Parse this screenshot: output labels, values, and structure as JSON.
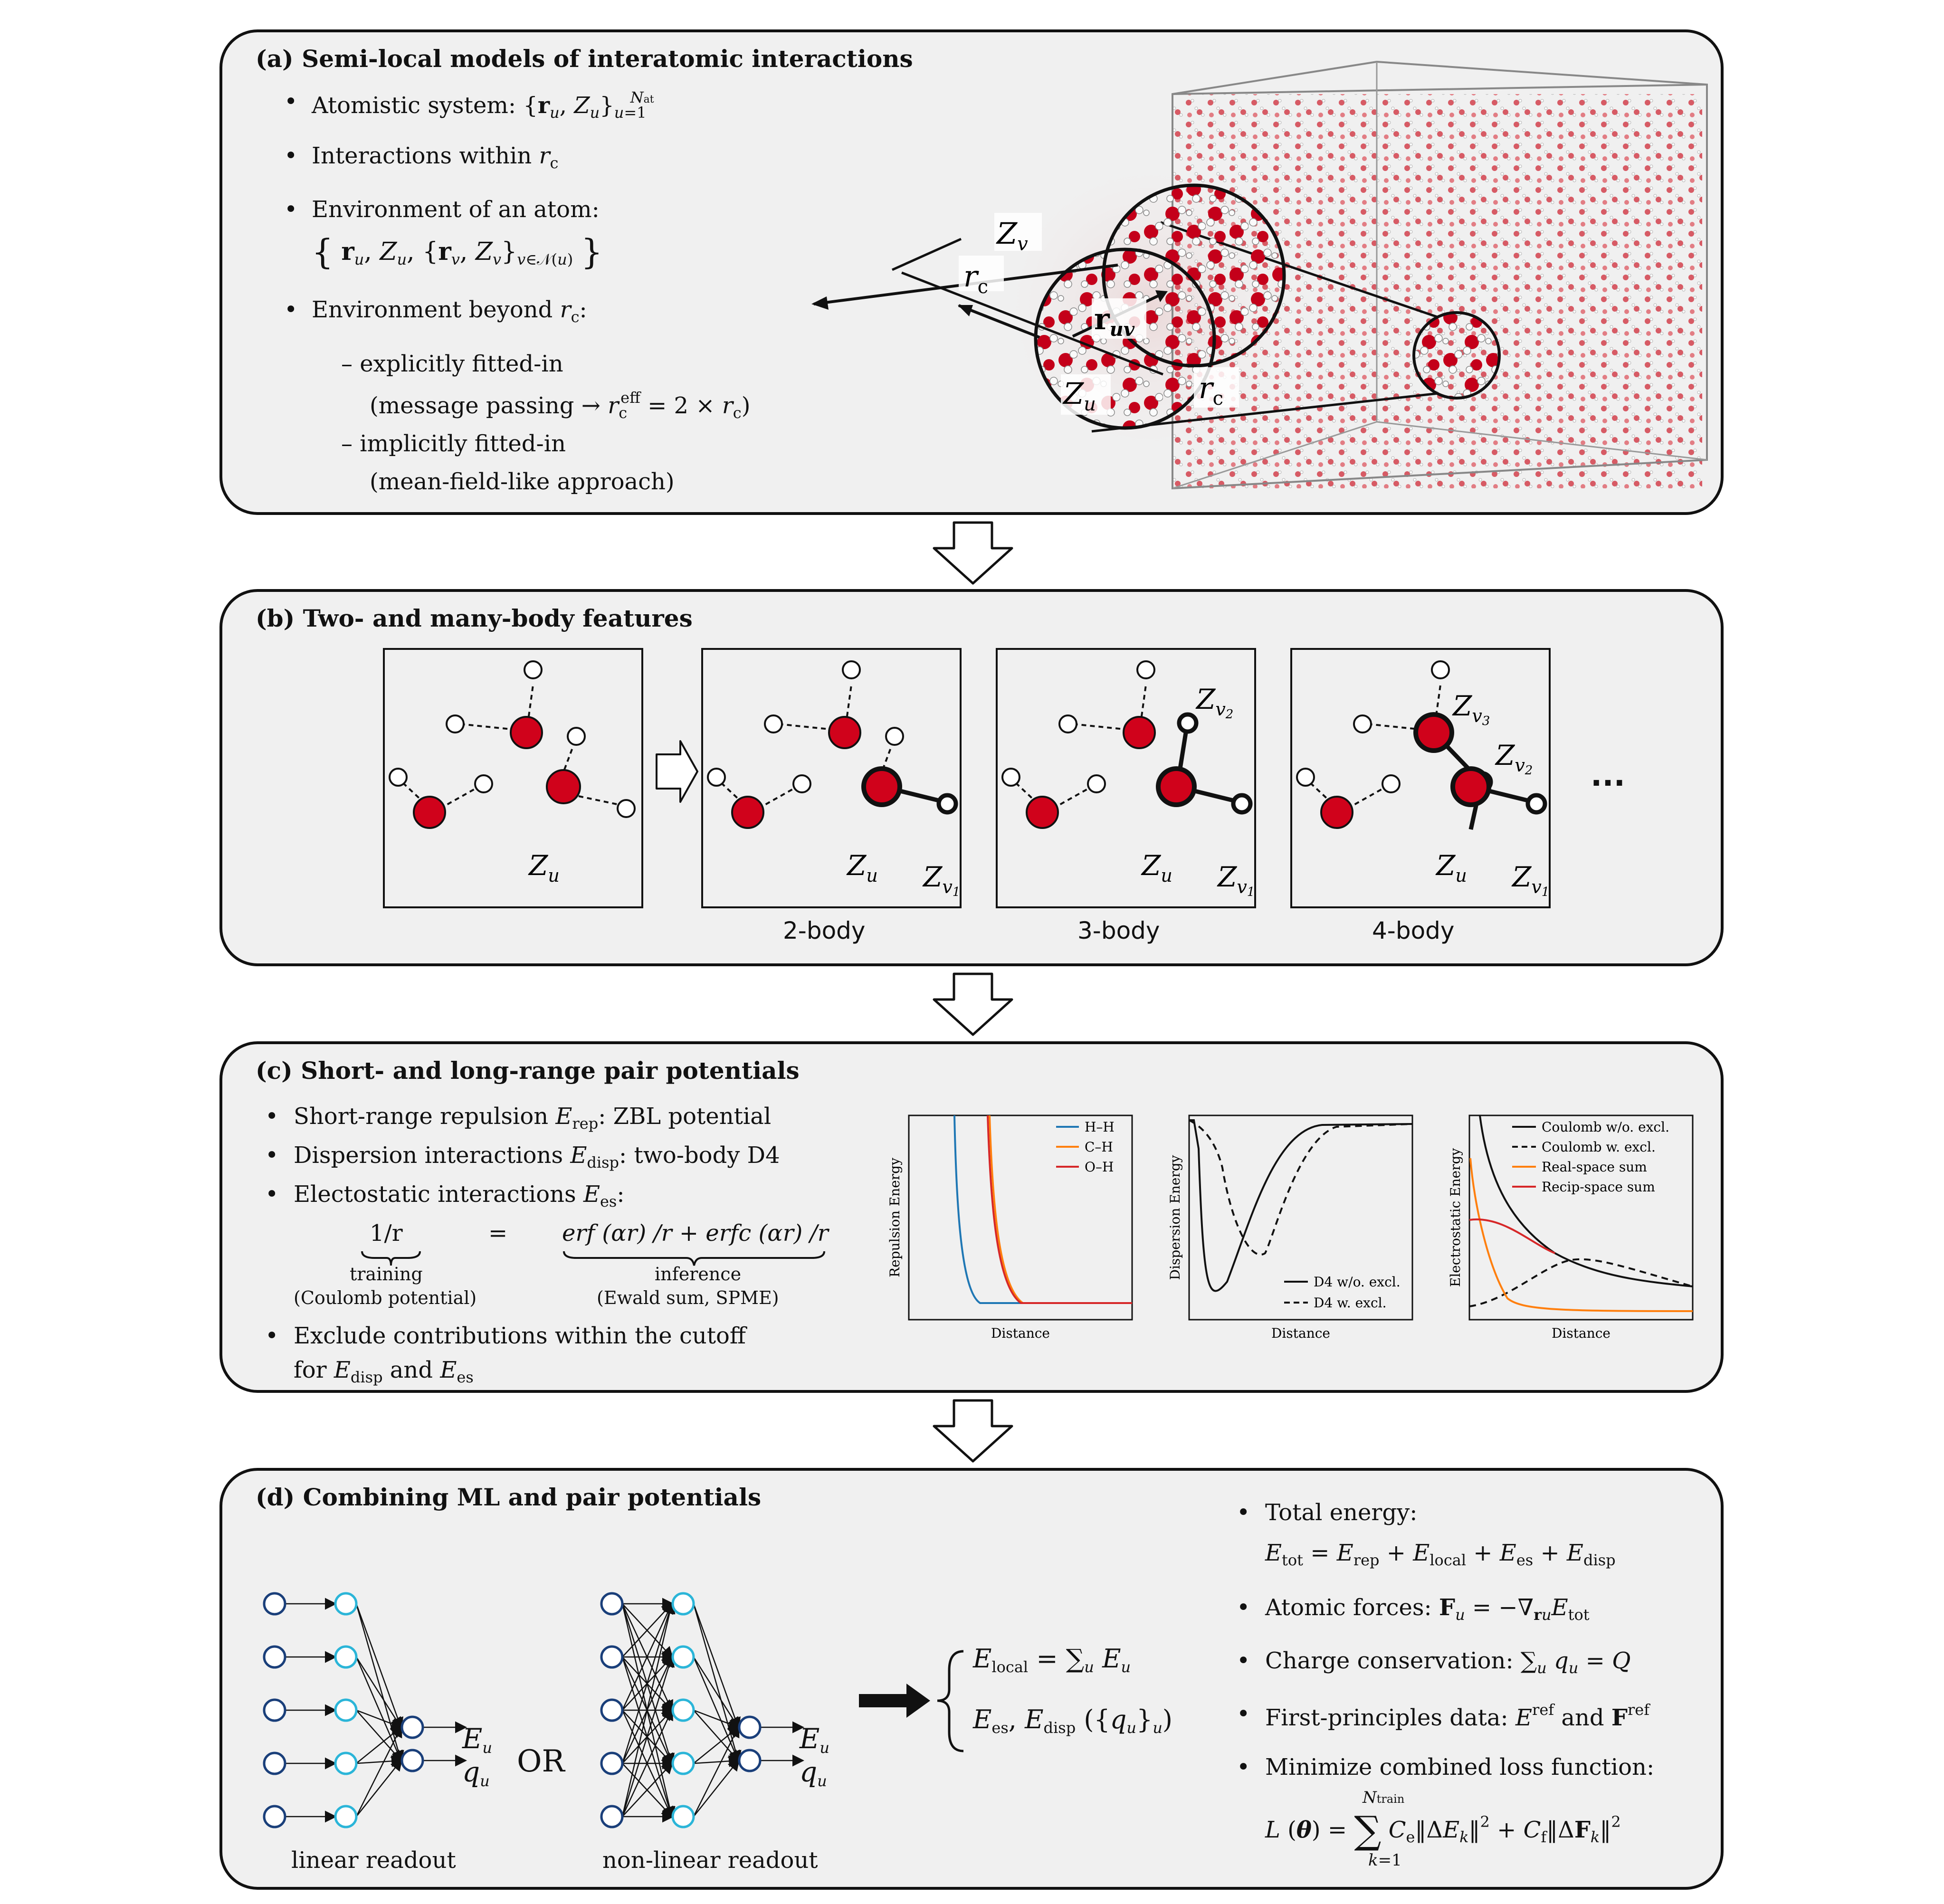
{
  "panel_a": {
    "title": "(a) Semi-local models of interatomic interactions",
    "bullets": [
      "Atomistic system: {r_u, Z_u}_{u=1}^{N_at}",
      "Interactions within r_c",
      "Environment of an atom:",
      "Environment beyond r_c:"
    ],
    "env_formula": "{ r_u, Z_u, {r_v, Z_v}_{v∈N(u)} }",
    "sub_items": [
      "– explicitly fitted-in",
      "(message passing → r_c^eff = 2 × r_c)",
      "– implicitly fitted-in",
      "(mean-field-like approach)"
    ],
    "zoom_labels": {
      "zv": "Z_v",
      "zu": "Z_u",
      "rc1": "r_c",
      "rc2": "r_c",
      "ruv": "r_uv"
    }
  },
  "panel_b": {
    "title": "(b) Two- and many-body features",
    "box_labels": [
      "2-body",
      "3-body",
      "4-body"
    ],
    "ellipsis": "...",
    "atom_labels": {
      "zu": "Z_u",
      "zv1": "Z_v1",
      "zv2": "Z_v2",
      "zv3": "Z_v3"
    }
  },
  "panel_c": {
    "title": "(c) Short- and long-range pair potentials",
    "bullets": [
      "Short-range repulsion E_rep: ZBL potential",
      "Dispersion interactions E_disp: two-body D4",
      "Electostatic interactions E_es:",
      "Exclude contributions within the cutoff",
      "for E_disp and E_es"
    ],
    "eq_left": "1/r",
    "eq_equals": "=",
    "eq_right": "erf (αr) /r + erfc (αr) /r",
    "training": "training",
    "coulomb": "(Coulomb potential)",
    "inference": "inference",
    "ewald": "(Ewald sum, SPME)"
  },
  "chart_data": [
    {
      "type": "line",
      "xlabel": "Distance",
      "ylabel": "Repulsion Energy",
      "legend_position": "top-right",
      "series": [
        {
          "name": "H–H",
          "color": "#1f77b4"
        },
        {
          "name": "C–H",
          "color": "#ff7f0e"
        },
        {
          "name": "O–H",
          "color": "#d62728"
        }
      ]
    },
    {
      "type": "line",
      "xlabel": "Distance",
      "ylabel": "Dispersion Energy",
      "legend_position": "bottom-right",
      "series": [
        {
          "name": "D4 w/o. excl.",
          "color": "#000000",
          "style": "solid"
        },
        {
          "name": "D4 w. excl.",
          "color": "#000000",
          "style": "dashed"
        }
      ]
    },
    {
      "type": "line",
      "xlabel": "Distance",
      "ylabel": "Electrostatic Energy",
      "legend_position": "top-right",
      "series": [
        {
          "name": "Coulomb w/o. excl.",
          "color": "#000000",
          "style": "solid"
        },
        {
          "name": "Coulomb w. excl.",
          "color": "#000000",
          "style": "dashed"
        },
        {
          "name": "Real-space sum",
          "color": "#ff7f0e",
          "style": "solid"
        },
        {
          "name": "Recip-space sum",
          "color": "#d62728",
          "style": "solid"
        }
      ]
    }
  ],
  "panel_d": {
    "title": "(d) Combining ML and pair potentials",
    "or": "OR",
    "linear": "linear readout",
    "nonlinear": "non-linear readout",
    "eu": "E_u",
    "qu": "q_u",
    "elocal": "E_local = Σ_u E_u",
    "ees": "E_es, E_disp ({q_u}_u)",
    "bullets": [
      "Total energy:",
      "E_tot = E_rep + E_local + E_es + E_disp",
      "Atomic forces: F_u = −∇_{r_u} E_tot",
      "Charge conservation: Σ_u q_u = Q",
      "First-principles data: E^ref and F^ref",
      "Minimize combined loss function:",
      "L (θ) = Σ_{k=1}^{N_train} C_e‖ΔE_k‖² + C_f‖ΔF_k‖²"
    ]
  },
  "colors": {
    "oxygen": "#d0021b",
    "panel_bg": "#f0f0f0",
    "neuron_dark": "#1a3f7a",
    "neuron_light": "#2bb5d8"
  }
}
